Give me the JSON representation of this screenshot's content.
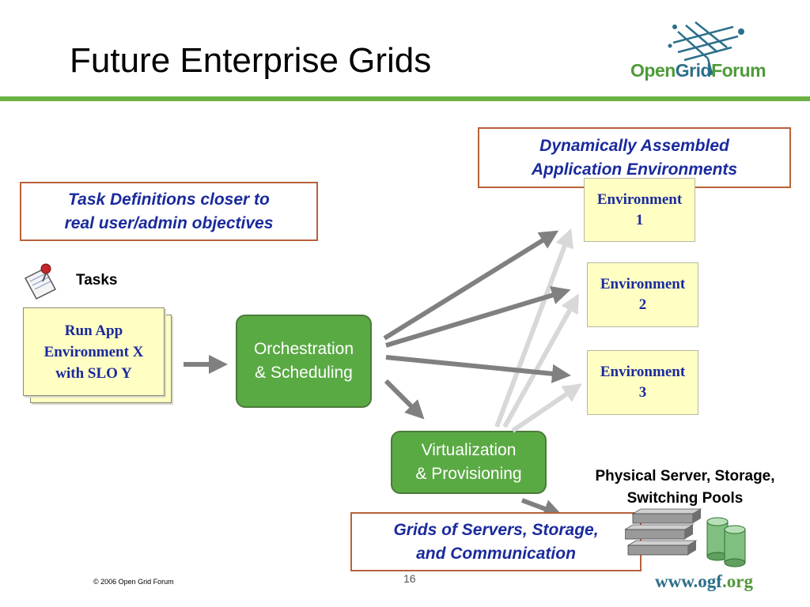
{
  "slide": {
    "title": "Future Enterprise Grids",
    "page_number": "16",
    "footer": "© 2006 Open Grid Forum",
    "url_main": "www.ogf",
    "url_dot": ".org"
  },
  "logo": {
    "word_open": "Open",
    "word_grid": "Grid",
    "word_forum": "Forum",
    "icon": "grid-network-icon"
  },
  "colors": {
    "accent_green": "#6ab244",
    "box_green": "#5aaa44",
    "callout_border": "#b9613b",
    "text_blue": "#1a2a9c",
    "note_yellow": "#ffffc4"
  },
  "callouts": {
    "dynamic_line1": "Dynamically Assembled",
    "dynamic_line2": "Application Environments",
    "taskdef_line1": "Task Definitions closer to",
    "taskdef_line2": "real user/admin objectives",
    "grids_line1": "Grids of Servers, Storage,",
    "grids_line2": "and Communication"
  },
  "tasks": {
    "label": "Tasks",
    "icon": "notepad-pushpin-icon",
    "card_line1": "Run App",
    "card_line2": "Environment X",
    "card_line3": "with SLO Y"
  },
  "process": {
    "orch_line1": "Orchestration",
    "orch_line2": "& Scheduling",
    "virt_line1": "Virtualization",
    "virt_line2": "& Provisioning"
  },
  "environments": [
    {
      "line1": "Environment",
      "line2": "1"
    },
    {
      "line1": "Environment",
      "line2": "2"
    },
    {
      "line1": "Environment",
      "line2": "3"
    }
  ],
  "pool": {
    "line1": "Physical Server, Storage,",
    "line2": "Switching Pools",
    "icon": "server-rack-database-icon"
  }
}
